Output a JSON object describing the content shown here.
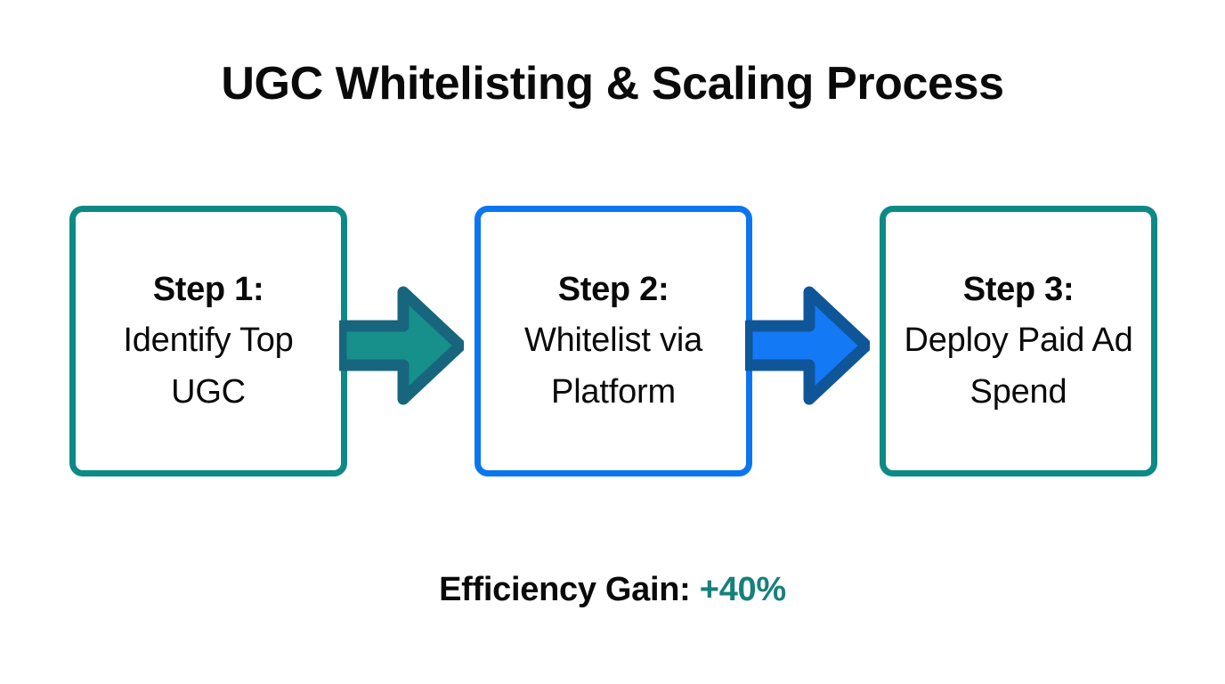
{
  "page": {
    "title": "UGC Whitelisting & Scaling Process",
    "background_color": "#ffffff"
  },
  "colors": {
    "teal_border": "#0d8a85",
    "blue_border": "#0a76f0",
    "teal_arrow_fill": "#17908c",
    "teal_arrow_outline": "#17667e",
    "blue_arrow_fill": "#1479f5",
    "blue_arrow_outline": "#0f5699",
    "text": "#0a0a0a",
    "accent": "#17807c"
  },
  "steps": [
    {
      "label": "Step 1:",
      "description": "Identify Top UGC",
      "accent_color": "#0d8a85",
      "icon": "process-step-box"
    },
    {
      "label": "Step 2:",
      "description": "Whitelist via Platform",
      "accent_color": "#0a76f0",
      "icon": "process-step-box"
    },
    {
      "label": "Step 3:",
      "description": "Deploy Paid Ad Spend",
      "accent_color": "#0d8a85",
      "icon": "process-step-box"
    }
  ],
  "connectors": [
    {
      "icon": "arrow-right-icon",
      "fill": "#17908c",
      "outline": "#17667e"
    },
    {
      "icon": "arrow-right-icon",
      "fill": "#1479f5",
      "outline": "#0f5699"
    }
  ],
  "footer": {
    "metric_label": "Efficiency Gain: ",
    "metric_value": "+40%"
  }
}
